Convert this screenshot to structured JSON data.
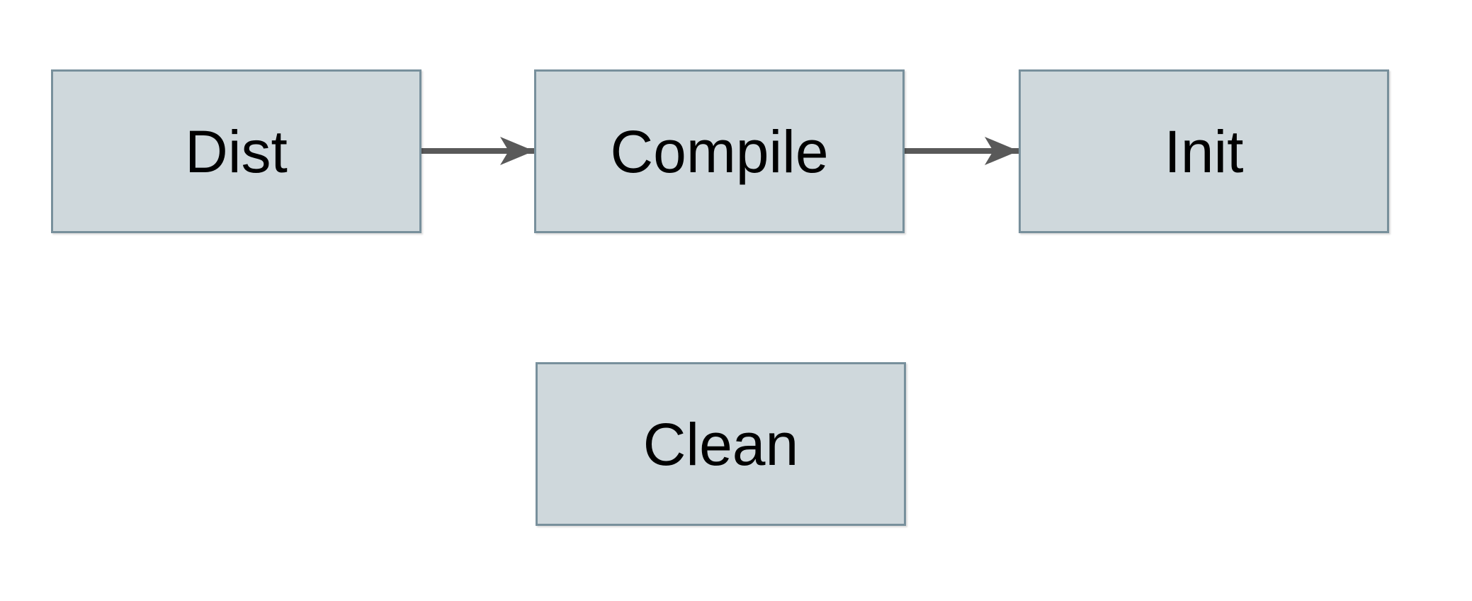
{
  "colors": {
    "background": "#ffffff",
    "node_fill": "#cfd8dc",
    "node_stroke": "#78909c",
    "arrow": "#595959",
    "text": "#000000"
  },
  "nodes": [
    {
      "id": "dist",
      "label": "Dist"
    },
    {
      "id": "compile",
      "label": "Compile"
    },
    {
      "id": "init",
      "label": "Init"
    },
    {
      "id": "clean",
      "label": "Clean"
    }
  ],
  "edges": [
    {
      "from": "dist",
      "to": "compile"
    },
    {
      "from": "compile",
      "to": "init"
    }
  ]
}
